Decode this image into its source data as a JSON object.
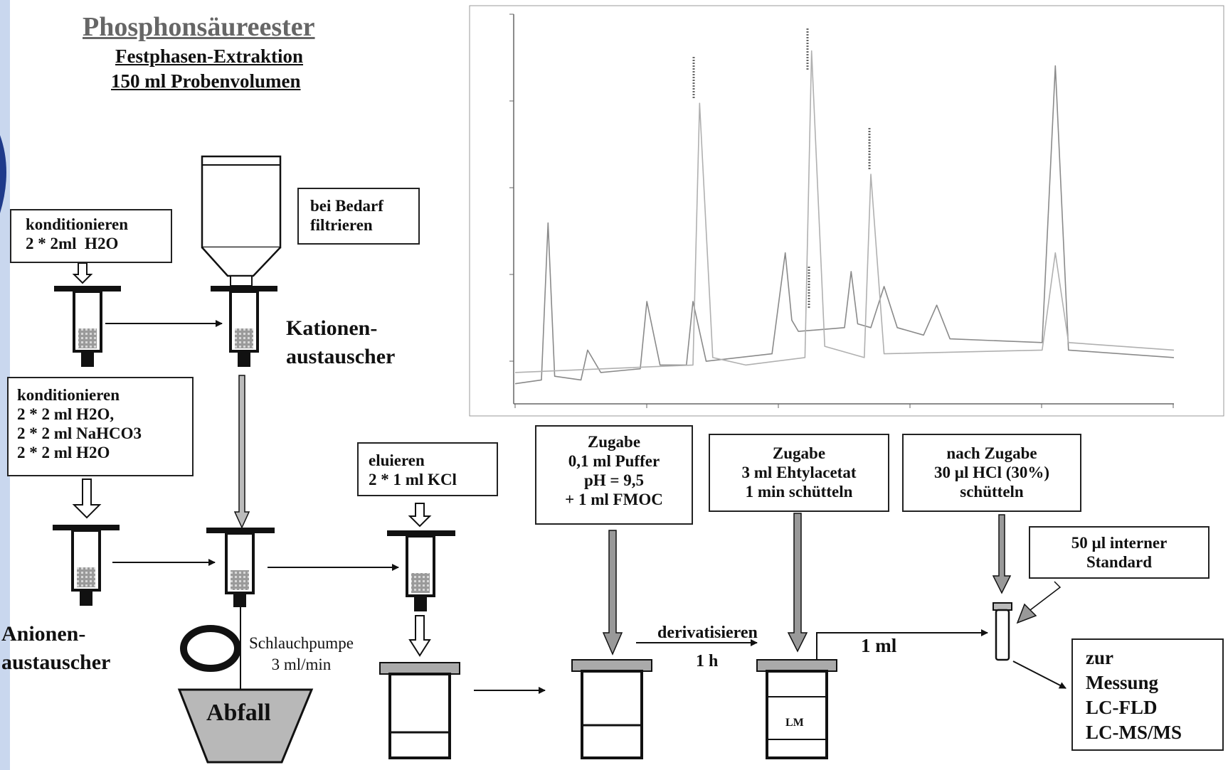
{
  "title": "Phosphonsäureester",
  "subtitle1": "Festphasen-Extraktion",
  "subtitle2": "150 ml Probenvolumen",
  "boxes": {
    "cond1": "konditionieren\n2 * 2ml  H2O",
    "filter": "bei Bedarf\nfiltrieren",
    "cond2": "konditionieren\n2 * 2 ml H2O,\n2 * 2 ml NaHCO3\n2 * 2 ml H2O",
    "elute": "eluieren\n2 * 1 ml KCl",
    "buffer": "Zugabe\n0,1 ml Puffer\npH = 9,5\n+ 1 ml FMOC",
    "ethyl": "Zugabe\n3 ml Ehtylacetat\n1 min schütteln",
    "hcl": "nach Zugabe\n30 µl HCl (30%)\nschütteln",
    "internal": "50 µl interner\nStandard",
    "measure": "zur\nMessung\nLC-FLD\nLC-MS/MS"
  },
  "labels": {
    "cation": "Kationen-\naustauscher",
    "anion": "Anionen-\naustauscher",
    "pump": "Schlauchpumpe\n3 ml/min",
    "waste": "Abfall",
    "derivatize": "derivatisieren",
    "hour": "1 h",
    "one_ml": "1 ml",
    "lm": "LM"
  },
  "chart_data": {
    "type": "line",
    "title": "",
    "xlabel": "",
    "ylabel": "",
    "series": [
      {
        "values": [
          [
            0.0,
            0.05
          ],
          [
            0.04,
            0.06
          ],
          [
            0.05,
            0.48
          ],
          [
            0.06,
            0.07
          ],
          [
            0.1,
            0.06
          ],
          [
            0.11,
            0.14
          ],
          [
            0.13,
            0.08
          ],
          [
            0.19,
            0.09
          ],
          [
            0.2,
            0.27
          ],
          [
            0.22,
            0.1
          ],
          [
            0.26,
            0.1
          ],
          [
            0.27,
            0.27
          ],
          [
            0.29,
            0.11
          ],
          [
            0.39,
            0.13
          ],
          [
            0.41,
            0.4
          ],
          [
            0.42,
            0.22
          ],
          [
            0.43,
            0.19
          ],
          [
            0.5,
            0.2
          ],
          [
            0.51,
            0.35
          ],
          [
            0.52,
            0.21
          ],
          [
            0.54,
            0.2
          ],
          [
            0.56,
            0.31
          ],
          [
            0.58,
            0.2
          ],
          [
            0.62,
            0.18
          ],
          [
            0.64,
            0.26
          ],
          [
            0.66,
            0.17
          ],
          [
            0.8,
            0.16
          ],
          [
            0.82,
            0.9
          ],
          [
            0.84,
            0.14
          ],
          [
            1.0,
            0.12
          ]
        ]
      },
      {
        "values": [
          [
            0.0,
            0.08
          ],
          [
            0.27,
            0.1
          ],
          [
            0.28,
            0.8
          ],
          [
            0.3,
            0.12
          ],
          [
            0.35,
            0.1
          ],
          [
            0.44,
            0.12
          ],
          [
            0.45,
            0.94
          ],
          [
            0.47,
            0.15
          ],
          [
            0.53,
            0.12
          ],
          [
            0.54,
            0.61
          ],
          [
            0.56,
            0.13
          ],
          [
            0.8,
            0.14
          ],
          [
            0.82,
            0.4
          ],
          [
            0.84,
            0.16
          ],
          [
            1.0,
            0.14
          ]
        ]
      }
    ]
  }
}
